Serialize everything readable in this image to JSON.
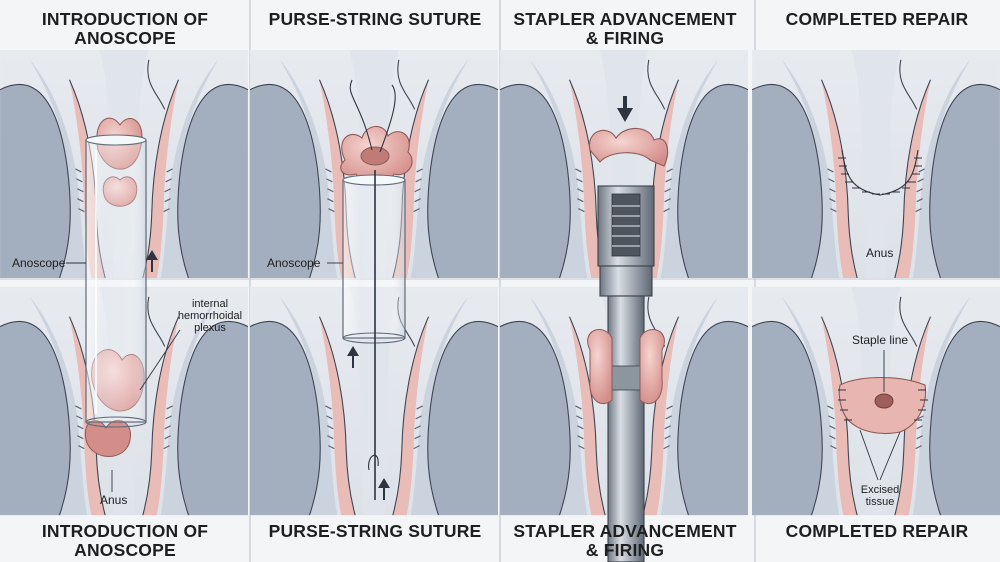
{
  "panels": [
    {
      "top_title": "INTRODUCTION OF\nANOSCOPE",
      "bottom_title": "INTRODUCTION OF\nANOSCOPE"
    },
    {
      "top_title": "PURSE-STRING SUTURE",
      "bottom_title": "PURSE-STRING SUTURE"
    },
    {
      "top_title": "STAPLER ADVANCEMENT\n& FIRING",
      "bottom_title": "STAPLER ADVANCEMENT\n& FIRING"
    },
    {
      "top_title": "COMPLETED REPAIR",
      "bottom_title": "COMPLETED REPAIR"
    }
  ],
  "labels": {
    "p1_anoscope": "Anoscope",
    "p1_plexus": "internal\nhemorrhoidal\nplexus",
    "p1_anus": "Anus",
    "p2_anoscope": "Anoscope",
    "p4_anus": "Anus",
    "p4_staple_line": "Staple line",
    "p4_excised": "Excised\ntissue"
  },
  "colors": {
    "background": "#f4f5f7",
    "tissue_gray": "#a9b4c4",
    "tissue_light": "#d7dde6",
    "mucosa_pink": "#e8b8b4",
    "hemorrhoid_pink": "#d9928e",
    "ink": "#1f1f1f"
  }
}
